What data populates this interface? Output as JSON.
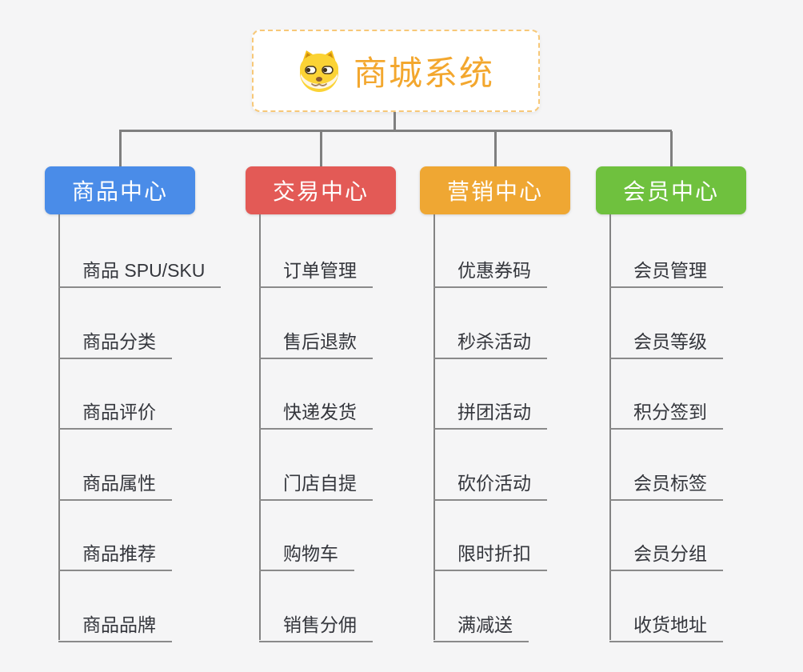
{
  "page": {
    "background": "#f5f5f6",
    "connector_color": "#7f7f7f"
  },
  "root": {
    "title": "商城系统",
    "icon": "doge-icon",
    "title_color": "#f3a72e",
    "border_color": "#f7c878"
  },
  "columns": [
    {
      "label": "商品中心",
      "color": "#4a8ce8",
      "items": [
        "商品 SPU/SKU",
        "商品分类",
        "商品评价",
        "商品属性",
        "商品推荐",
        "商品品牌"
      ]
    },
    {
      "label": "交易中心",
      "color": "#e35a56",
      "items": [
        "订单管理",
        "售后退款",
        "快递发货",
        "门店自提",
        "购物车",
        "销售分佣"
      ]
    },
    {
      "label": "营销中心",
      "color": "#efa733",
      "items": [
        "优惠券码",
        "秒杀活动",
        "拼团活动",
        "砍价活动",
        "限时折扣",
        "满减送"
      ]
    },
    {
      "label": "会员中心",
      "color": "#6fc13e",
      "items": [
        "会员管理",
        "会员等级",
        "积分签到",
        "会员标签",
        "会员分组",
        "收货地址"
      ]
    }
  ]
}
